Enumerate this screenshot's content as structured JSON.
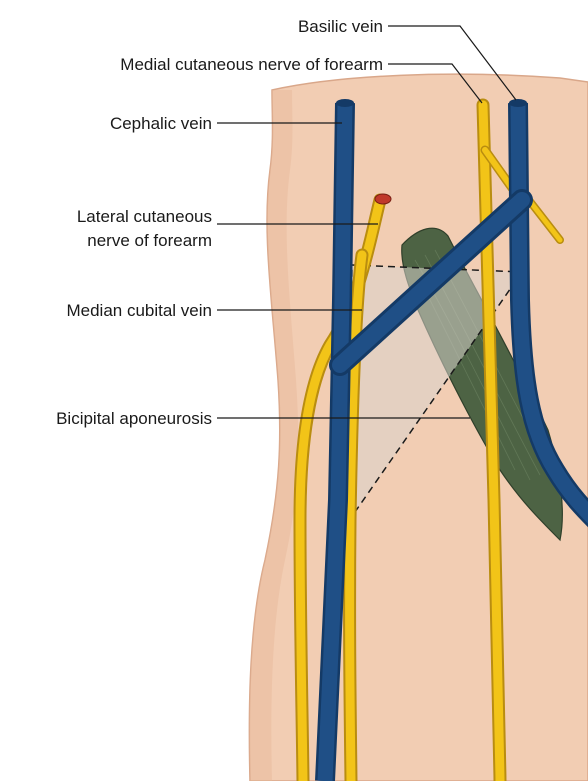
{
  "labels": {
    "basilic_vein": "Basilic vein",
    "medial_cutaneous_nerve": "Medial cutaneous nerve of forearm",
    "cephalic_vein": "Cephalic vein",
    "lateral_cutaneous_nerve_line1": "Lateral cutaneous",
    "lateral_cutaneous_nerve_line2": "nerve of forearm",
    "median_cubital_vein": "Median cubital vein",
    "bicipital_aponeurosis": "Bicipital aponeurosis"
  },
  "colors": {
    "skin": "#f2cdb3",
    "skin_shadow": "#e7b79a",
    "vein": "#1f4f86",
    "vein_dark": "#143a66",
    "nerve": "#f2c418",
    "nerve_dark": "#b98d10",
    "muscle": "#4d6344",
    "leader_line": "#1a1a1a"
  }
}
